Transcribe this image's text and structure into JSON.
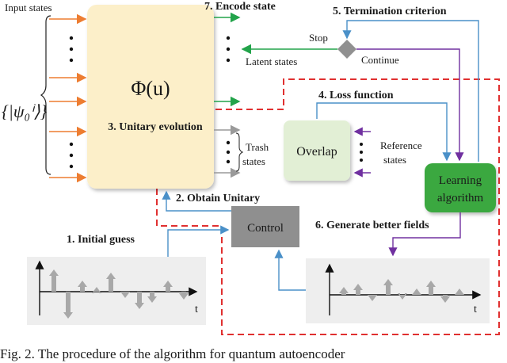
{
  "labels": {
    "input_states": "Input states",
    "encode_state": "7. Encode state",
    "termination": "5. Termination criterion",
    "stop": "Stop",
    "continue": "Continue",
    "latent_states": "Latent states",
    "loss_function": "4. Loss function",
    "unitary_symbol": "Φ(u)",
    "unitary_evolution": "3. Unitary evolution",
    "trash_line1": "Trash",
    "trash_line2": "states",
    "overlap": "Overlap",
    "reference_line1": "Reference",
    "reference_line2": "states",
    "learning_line1": "Learning",
    "learning_line2": "algorithm",
    "obtain_unitary": "2. Obtain Unitary",
    "control": "Control",
    "generate_fields": "6. Generate better fields",
    "initial_guess": "1. Initial guess",
    "t_axis_left": "t",
    "t_axis_right": "t",
    "psi_set": "{|ψ₀ⁱ⟩}",
    "caption": "Fig. 2. The procedure of the algorithm for quantum autoencoder"
  },
  "colors": {
    "unitary_box": "#fcefc9",
    "overlap_box": "#e2efd5",
    "learning_box": "#3aa83f",
    "control_box": "#8f8f8f",
    "plot_box": "#eeeeee",
    "orange_arrow": "#ed7d31",
    "green_arrow": "#22a34a",
    "gray_arrow": "#9a9a9a",
    "blue_arrow": "#4a90c8",
    "purple_arrow": "#7030a0",
    "dashed_red": "#e03030",
    "pulse_gray": "#a8a8a8"
  }
}
